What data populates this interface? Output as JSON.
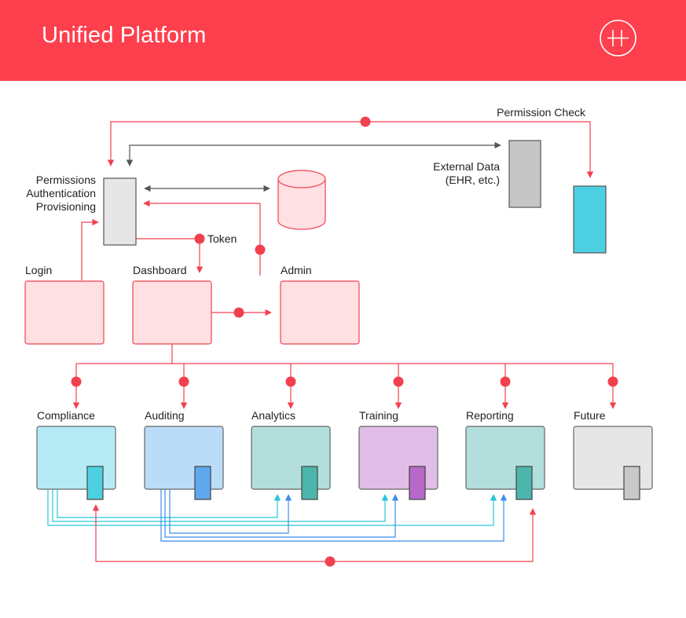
{
  "header": {
    "title": "Unified Platform",
    "logo_icon": "h-mark-logo-icon",
    "color": "#fe3f4d"
  },
  "labels": {
    "permissions": "Permissions",
    "authentication": "Authentication",
    "provisioning": "Provisioning",
    "permission_check": "Permission Check",
    "external_data": "External Data",
    "external_data_sub": "(EHR, etc.)",
    "token": "Token",
    "login": "Login",
    "dashboard": "Dashboard",
    "admin": "Admin"
  },
  "modules": [
    {
      "label": "Compliance",
      "fill": "#b4ebf4",
      "accent": "#4dd0e1"
    },
    {
      "label": "Auditing",
      "fill": "#bbdcf8",
      "accent": "#5fa8ee"
    },
    {
      "label": "Analytics",
      "fill": "#b2dfdb",
      "accent": "#4db6ac"
    },
    {
      "label": "Training",
      "fill": "#e1bee7",
      "accent": "#b868c8"
    },
    {
      "label": "Reporting",
      "fill": "#b2dfdb",
      "accent": "#4db6ac"
    },
    {
      "label": "Future",
      "fill": "#e6e6e6",
      "accent": "#c8c8c8"
    }
  ],
  "colors": {
    "connector": "#f2404f",
    "neutral_arrow": "#555555",
    "light_box_fill": "#ffe0e3",
    "light_box_stroke": "#f2404f",
    "server_gray": "#c6c6c6",
    "external_cyan": "#4dd0e1",
    "cyan_link": "#26c6da",
    "blue_link": "#3c8ee8"
  }
}
